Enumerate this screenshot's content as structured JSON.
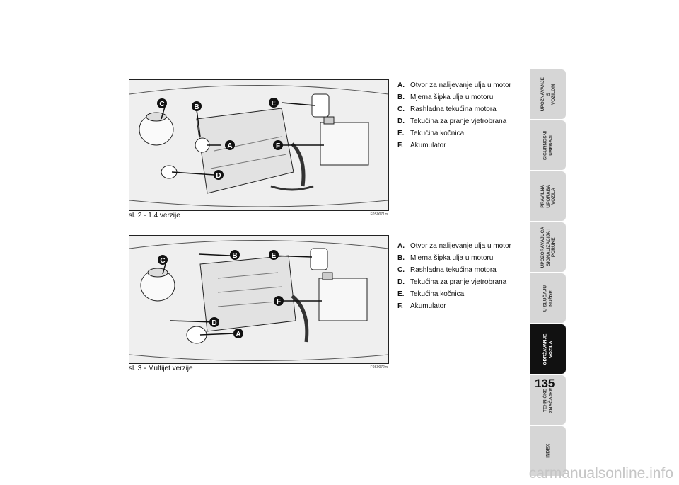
{
  "figures": [
    {
      "caption": "sl. 2 - 1.4 verzije",
      "code": "F0S0071m",
      "callouts": [
        "A",
        "B",
        "C",
        "D",
        "E",
        "F"
      ]
    },
    {
      "caption": "sl. 3 - Multijet verzije",
      "code": "F0S0072m",
      "callouts": [
        "A",
        "B",
        "C",
        "D",
        "E",
        "F"
      ]
    }
  ],
  "legend1": [
    {
      "key": "A.",
      "text": "Otvor za nalijevanje ulja u motor"
    },
    {
      "key": "B.",
      "text": "Mjerna šipka ulja u motoru"
    },
    {
      "key": "C.",
      "text": "Rashladna tekućina motora"
    },
    {
      "key": "D.",
      "text": "Tekućina za pranje vjetrobrana"
    },
    {
      "key": "E.",
      "text": "Tekućina kočnica"
    },
    {
      "key": "F.",
      "text": "Akumulator"
    }
  ],
  "legend2": [
    {
      "key": "A.",
      "text": "Otvor za nalijevanje ulja u motor"
    },
    {
      "key": "B.",
      "text": "Mjerna šipka ulja u motoru"
    },
    {
      "key": "C.",
      "text": "Rashladna tekućina motora"
    },
    {
      "key": "D.",
      "text": "Tekućina za pranje vjetrobrana"
    },
    {
      "key": "E.",
      "text": "Tekućina kočnica"
    },
    {
      "key": "F.",
      "text": "Akumulator"
    }
  ],
  "side_tabs": [
    {
      "label": "UPOZNAVANJE\nS\nVOZILOM",
      "active": false
    },
    {
      "label": "SIGURNOSNI\nUREĐAJI",
      "active": false
    },
    {
      "label": "PRAVILNA\nUPORABA\nVOZILA",
      "active": false
    },
    {
      "label": "UPOZORAVAJUĆA\nSIGNALIZACIJA I\nPORUKE",
      "active": false
    },
    {
      "label": "U SLUČAJU\nNUŽDE",
      "active": false
    },
    {
      "label": "ODRŽAVANJE\nVOZILA",
      "active": true
    },
    {
      "label": "TEHNIČKE\nZNAČAJKE",
      "active": false
    },
    {
      "label": "INDEX",
      "active": false
    }
  ],
  "page_number": "135",
  "watermark": "carmanualsonline.info",
  "colors": {
    "active_tab": "#111111",
    "inactive_tab": "#d6d6d6"
  }
}
